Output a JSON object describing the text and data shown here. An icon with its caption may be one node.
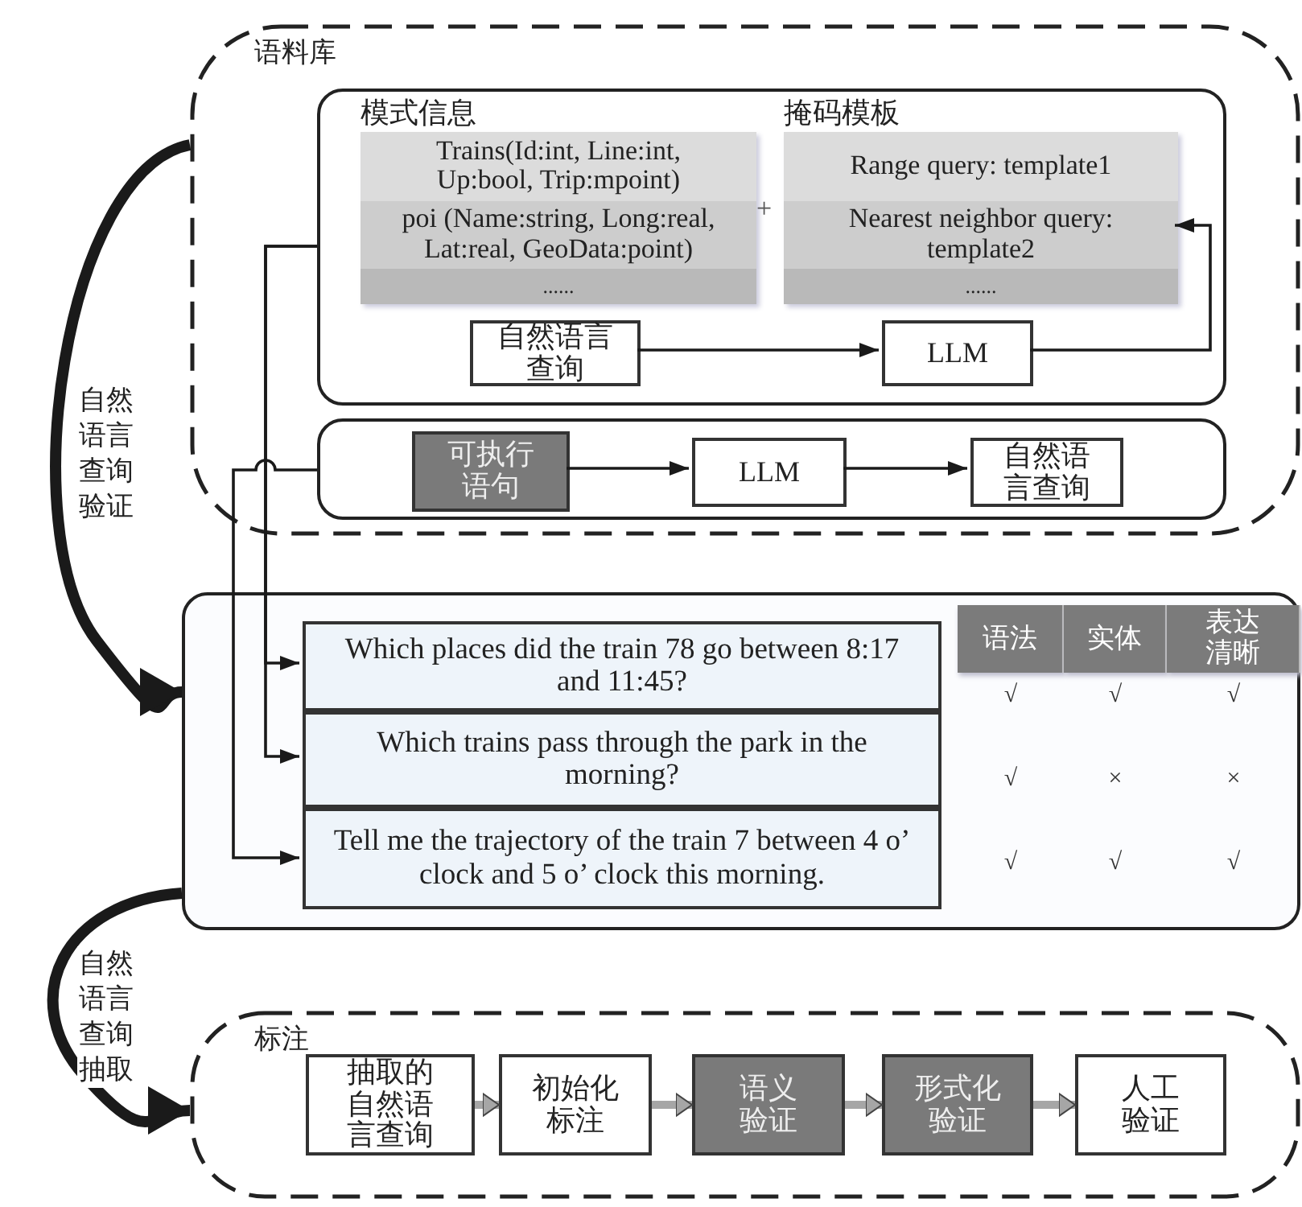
{
  "diagram": {
    "nodes": [
      {
        "text": [
          "语料库"
        ]
      },
      {
        "text": [],
        "shape": "box",
        "in": 0
      },
      {
        "text": [
          "模式信息",
          "Trains(Id:int, Line:int, Up:bool, Trip:mpoint)",
          "poi (Name:string, Long:real, Lat:real, GeoData:point)",
          "......"
        ],
        "in": 1
      },
      {
        "text": [
          "掩码模板",
          "Range query: template1",
          "Nearest neighbor query: template2",
          "......"
        ],
        "in": 1
      },
      {
        "text": [
          "自然语言查询"
        ],
        "in": 1
      },
      {
        "text": [
          "LLM"
        ],
        "in": 1
      },
      {
        "text": [],
        "shape": "box",
        "in": 0
      },
      {
        "text": [
          "可执行语句"
        ],
        "in": 6
      },
      {
        "text": [
          "LLM"
        ],
        "in": 6
      },
      {
        "text": [
          "自然语言查询"
        ],
        "in": 6
      },
      {
        "text": [],
        "shape": "box"
      },
      {
        "text": [
          "Which places did the train 78 go between 8:17 and 11:45?"
        ],
        "in": 10
      },
      {
        "text": [
          "Which trains pass through the park in the morning?"
        ],
        "in": 10
      },
      {
        "text": [
          "Tell me the trajectory of the train 7 between 4 o’ clock and 5 o’ clock this morning."
        ],
        "in": 10
      },
      {
        "text": [
          "标注"
        ]
      },
      {
        "text": [
          "抽取的自然语言查询"
        ],
        "in": 14
      },
      {
        "text": [
          "初始化标注"
        ],
        "in": 14
      },
      {
        "text": [
          "语义验证"
        ],
        "in": 14
      },
      {
        "text": [
          "形式化验证"
        ],
        "in": 14
      },
      {
        "text": [
          "人工验证"
        ],
        "in": 14
      }
    ],
    "edges": [
      {
        "from": 4,
        "to": 5,
        "arrow": "to"
      },
      {
        "from": 5,
        "to": 3,
        "arrow": "to"
      },
      {
        "from": 7,
        "to": 8,
        "arrow": "to"
      },
      {
        "from": 8,
        "to": 9,
        "arrow": "to"
      },
      {
        "from": 1,
        "to": 11,
        "arrow": "to"
      },
      {
        "from": 1,
        "to": 12,
        "arrow": "to"
      },
      {
        "from": 6,
        "to": 13,
        "arrow": "to"
      },
      {
        "from": 15,
        "to": 16,
        "arrow": "to",
        "style": "thick",
        "color": "#a6a6a6"
      },
      {
        "from": 16,
        "to": 17,
        "arrow": "to",
        "style": "thick",
        "color": "#a6a6a6"
      },
      {
        "from": 17,
        "to": 18,
        "arrow": "to",
        "style": "thick",
        "color": "#a6a6a6"
      },
      {
        "from": 18,
        "to": 19,
        "arrow": "to",
        "style": "thick",
        "color": "#a6a6a6"
      },
      {
        "from": 0,
        "to": 10,
        "arrow": "to",
        "label": "自然语言查询验证",
        "style": "thick"
      },
      {
        "from": 10,
        "to": 14,
        "arrow": "to",
        "label": "自然语言查询抽取",
        "style": "thick"
      }
    ],
    "labels": [
      "+",
      "语法",
      "实体",
      "表达清晰",
      "√",
      "√",
      "√",
      "√",
      "×",
      "×",
      "√",
      "√",
      "√"
    ]
  }
}
